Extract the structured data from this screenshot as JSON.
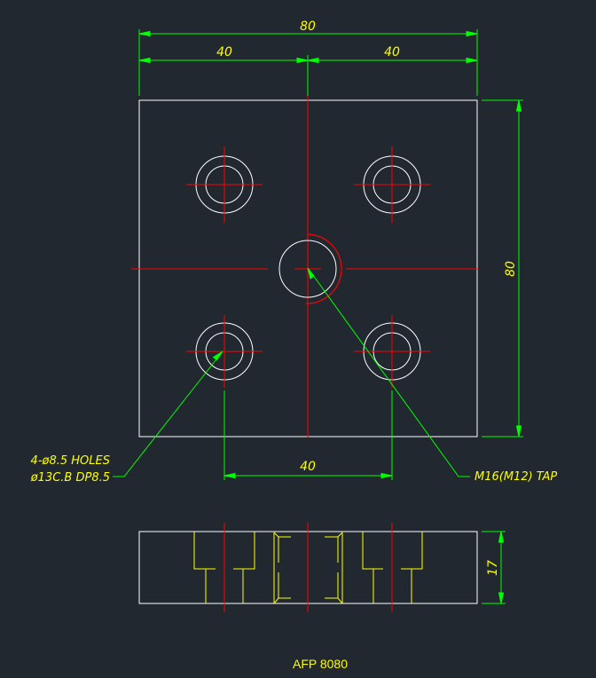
{
  "colors": {
    "background": "#212830",
    "outline": "#ffffff",
    "centerline": "#ff0000",
    "dimension": "#00ff00",
    "text": "#ffff00",
    "hidden": "#ffff00"
  },
  "dimensions": {
    "overall_width": "80",
    "left_half": "40",
    "right_half": "40",
    "height": "80",
    "hole_spacing": "40",
    "thickness": "17"
  },
  "notes": {
    "holes_line1": "4-ø8.5 HOLES",
    "holes_line2": "ø13C.B DP8.5",
    "tap": "M16(M12) TAP"
  },
  "title": "AFP 8080"
}
